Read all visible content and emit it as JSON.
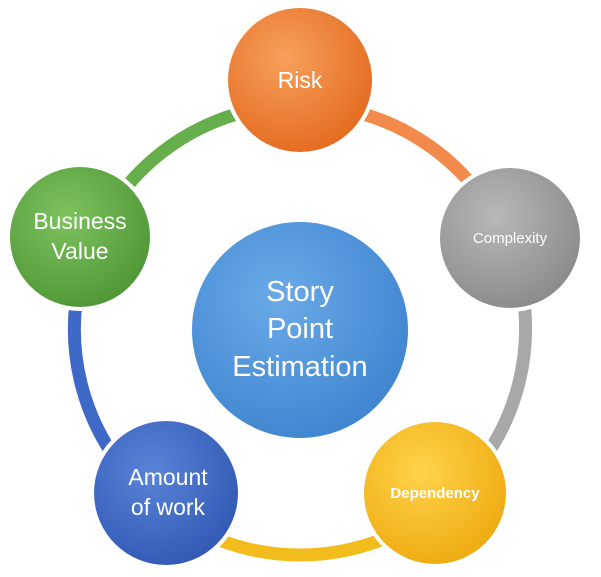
{
  "diagram": {
    "center": {
      "label": "Story\nPoint\nEstimation",
      "color": "#4a90d9"
    },
    "nodes": [
      {
        "id": "risk",
        "label": "Risk",
        "fill": "#ef7a2e",
        "arc_to_next": "#f18a4a"
      },
      {
        "id": "complexity",
        "label": "Complexity",
        "fill": "#9a9a9a",
        "arc_to_next": "#a8a8a8"
      },
      {
        "id": "dependency",
        "label": "Dependency",
        "fill": "#f4b81c",
        "arc_to_next": "#f2bd1c"
      },
      {
        "id": "amount",
        "label": "Amount\nof work",
        "fill": "#3c66c4",
        "arc_to_next": "#3f69c6"
      },
      {
        "id": "business",
        "label": "Business\nValue",
        "fill": "#5fa845",
        "arc_to_next": "#66ad4b"
      }
    ]
  }
}
